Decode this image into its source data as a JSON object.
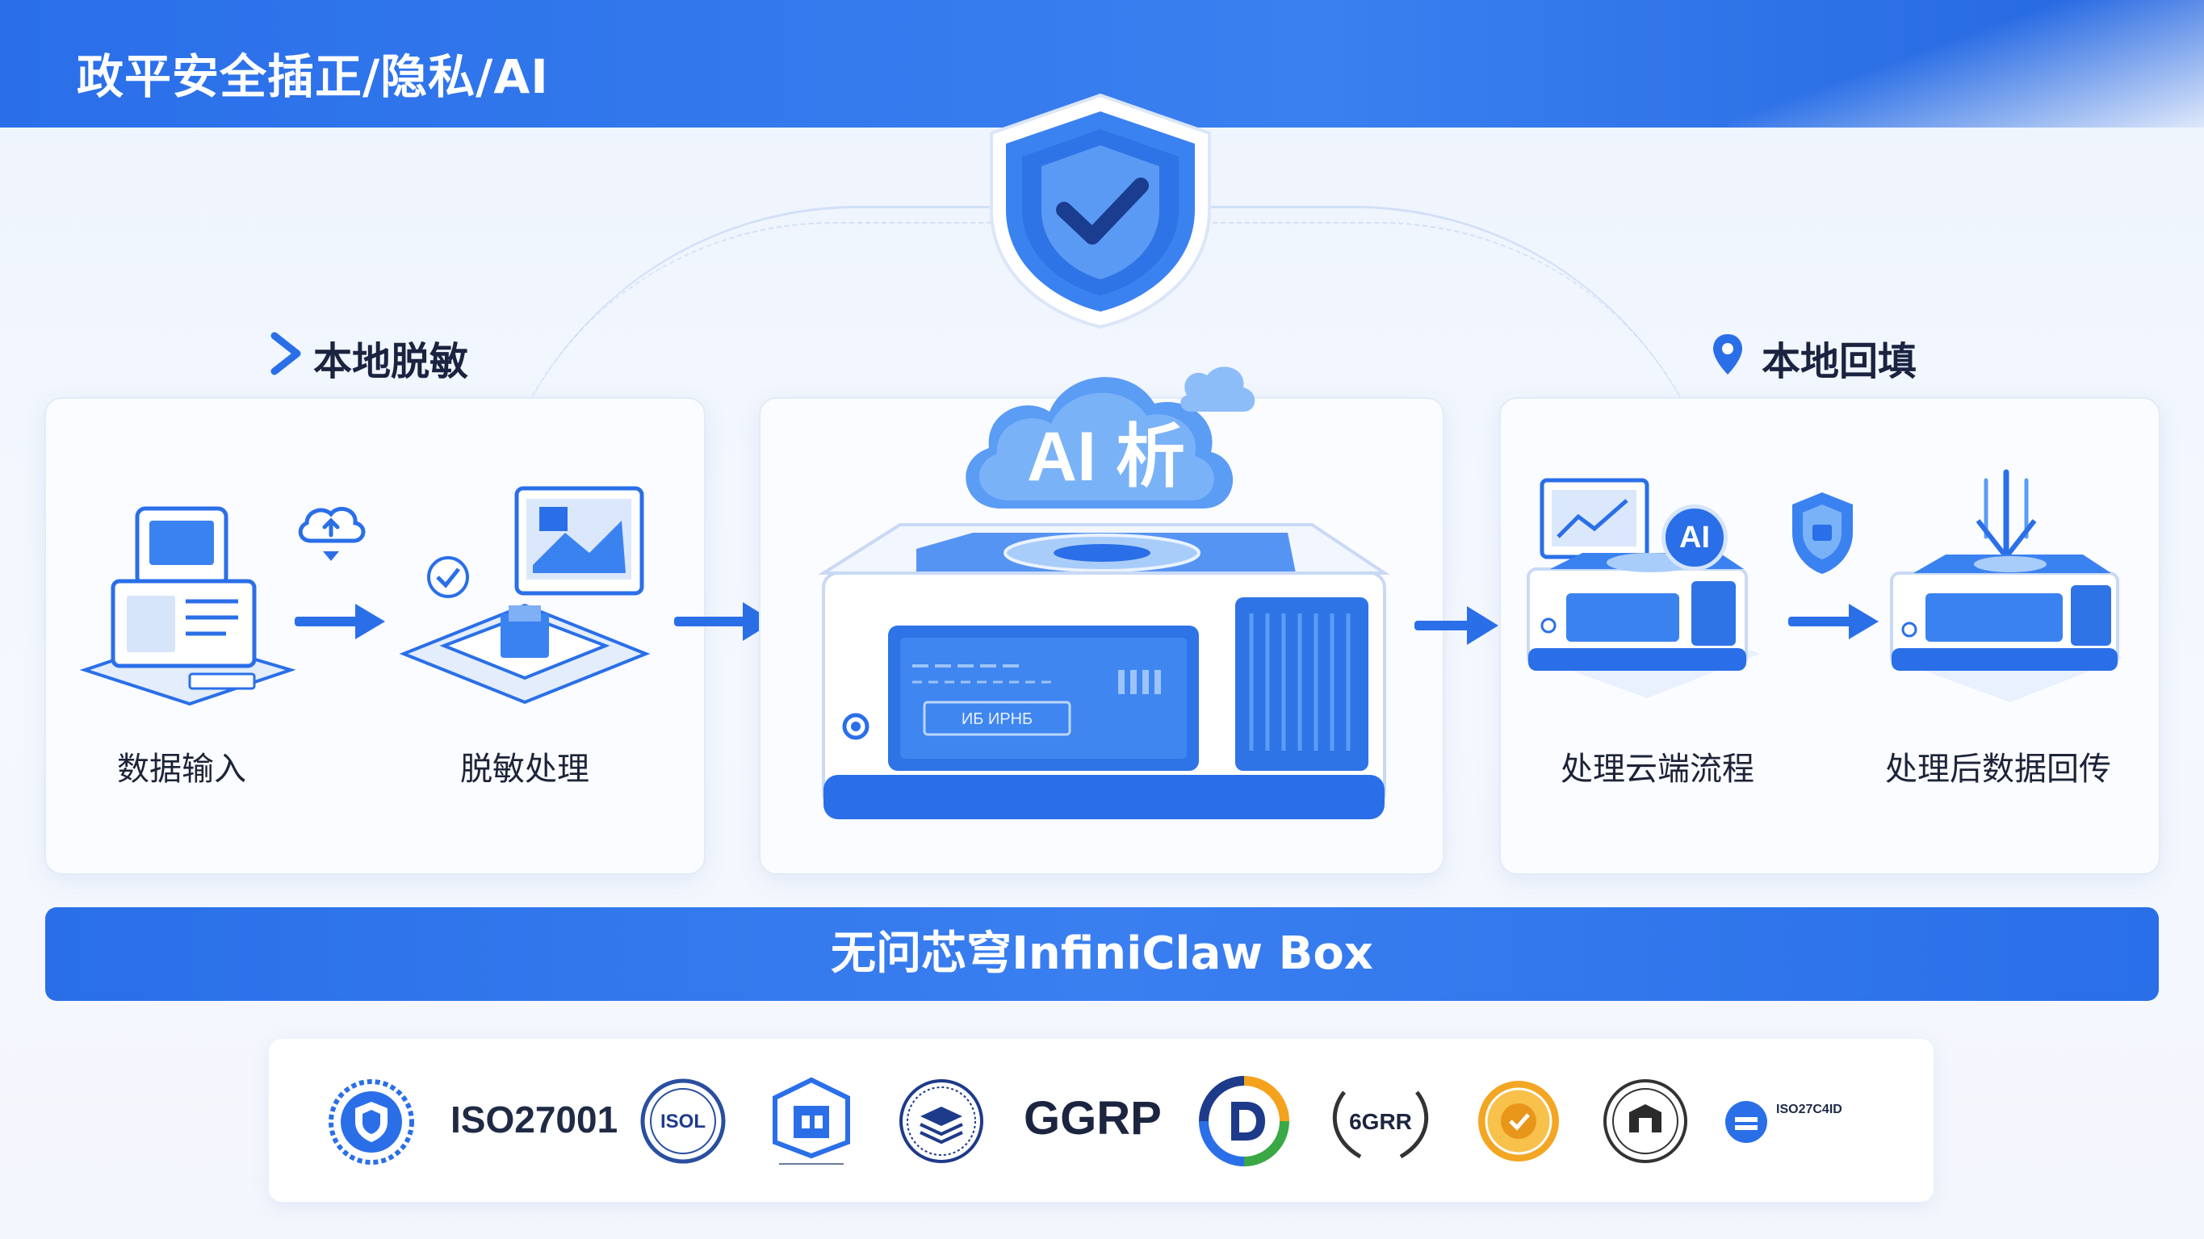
{
  "header": {
    "title": "政平安全插正/隐私/AI"
  },
  "left_section": {
    "title": "本地脱敏",
    "steps": [
      {
        "label": "数据输入"
      },
      {
        "label": "脱敏处理"
      }
    ]
  },
  "center_section": {
    "cloud_label": "AI 析",
    "device_screen_text": "ИБ ИРНБ"
  },
  "right_section": {
    "title": "本地回填",
    "ai_badge": "AI",
    "steps": [
      {
        "label": "处理云端流程"
      },
      {
        "label": "处理后数据回传"
      }
    ]
  },
  "product_bar": {
    "label": "无问芯穹InfiniClaw Box"
  },
  "certifications": {
    "iso_label": "ISO27001",
    "iso_seal_text": "ISOL",
    "ggrp_label": "GGRP",
    "gdpr_wreath_text": "6GRR",
    "small_block_text": "ISO27C4ID"
  },
  "colors": {
    "primary": "#2a6fe8",
    "dark_text": "#1a2440",
    "panel_bg": "#fbfcff"
  }
}
